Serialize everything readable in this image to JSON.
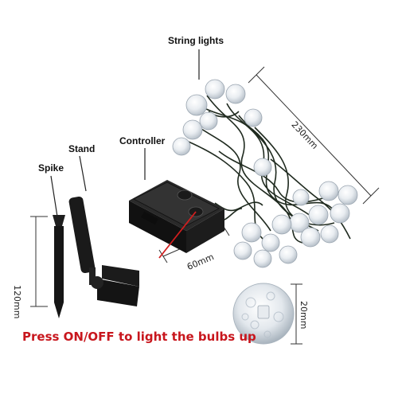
{
  "labels": {
    "string_lights": "String lights",
    "stand": "Stand",
    "controller": "Controller",
    "spike": "Spike"
  },
  "dimensions": {
    "string_length": "230mm",
    "spike_length": "120mm",
    "controller_width": "60mm",
    "bulb_diameter": "20mm"
  },
  "instruction": "Press ON/OFF to light the bulbs up",
  "colors": {
    "instruction_text": "#c8161d",
    "product_body": "#1b1b1b",
    "dimension_line": "#333333"
  }
}
